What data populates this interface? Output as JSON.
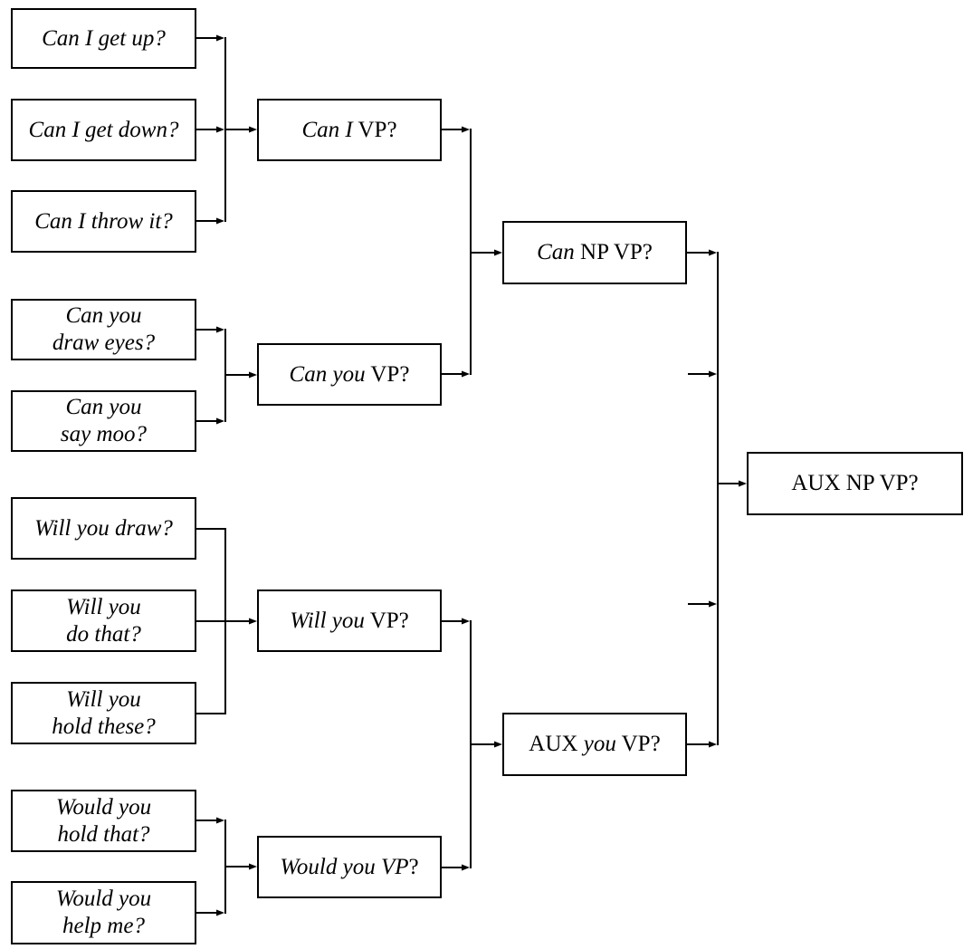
{
  "level1": [
    {
      "id": "can-i-get-up",
      "lines": [
        [
          {
            "t": "Can I get up?",
            "i": true
          }
        ]
      ]
    },
    {
      "id": "can-i-get-down",
      "lines": [
        [
          {
            "t": "Can I get down?",
            "i": true
          }
        ]
      ]
    },
    {
      "id": "can-i-throw-it",
      "lines": [
        [
          {
            "t": "Can I throw it?",
            "i": true
          }
        ]
      ]
    },
    {
      "id": "can-you-draw-eyes",
      "lines": [
        [
          {
            "t": "Can you",
            "i": true
          }
        ],
        [
          {
            "t": "draw eyes?",
            "i": true
          }
        ]
      ]
    },
    {
      "id": "can-you-say-moo",
      "lines": [
        [
          {
            "t": "Can you",
            "i": true
          }
        ],
        [
          {
            "t": "say moo?",
            "i": true
          }
        ]
      ]
    },
    {
      "id": "will-you-draw",
      "lines": [
        [
          {
            "t": "Will you draw?",
            "i": true
          }
        ]
      ]
    },
    {
      "id": "will-you-do-that",
      "lines": [
        [
          {
            "t": "Will you",
            "i": true
          }
        ],
        [
          {
            "t": "do that?",
            "i": true
          }
        ]
      ]
    },
    {
      "id": "will-you-hold-these",
      "lines": [
        [
          {
            "t": "Will you",
            "i": true
          }
        ],
        [
          {
            "t": "hold these?",
            "i": true
          }
        ]
      ]
    },
    {
      "id": "would-you-hold-that",
      "lines": [
        [
          {
            "t": "Would you",
            "i": true
          }
        ],
        [
          {
            "t": "hold that?",
            "i": true
          }
        ]
      ]
    },
    {
      "id": "would-you-help-me",
      "lines": [
        [
          {
            "t": "Would you",
            "i": true
          }
        ],
        [
          {
            "t": "help me?",
            "i": true
          }
        ]
      ]
    }
  ],
  "level2": [
    {
      "id": "can-i-vp",
      "lines": [
        [
          {
            "t": "Can I",
            "i": true
          },
          {
            "t": " VP?",
            "i": false
          }
        ]
      ]
    },
    {
      "id": "can-you-vp",
      "lines": [
        [
          {
            "t": "Can you",
            "i": true
          },
          {
            "t": " VP?",
            "i": false
          }
        ]
      ]
    },
    {
      "id": "will-you-vp",
      "lines": [
        [
          {
            "t": "Will you",
            "i": true
          },
          {
            "t": " VP?",
            "i": false
          }
        ]
      ]
    },
    {
      "id": "would-you-vp",
      "lines": [
        [
          {
            "t": "Would you VP",
            "i": true
          },
          {
            "t": "?",
            "i": false
          }
        ]
      ]
    }
  ],
  "level3": [
    {
      "id": "can-np-vp",
      "lines": [
        [
          {
            "t": "Can",
            "i": true
          },
          {
            "t": " NP VP?",
            "i": false
          }
        ]
      ]
    },
    {
      "id": "aux-you-vp",
      "lines": [
        [
          {
            "t": "AUX ",
            "i": false
          },
          {
            "t": "you",
            "i": true
          },
          {
            "t": " VP?",
            "i": false
          }
        ]
      ]
    }
  ],
  "level4": [
    {
      "id": "aux-np-vp",
      "lines": [
        [
          {
            "t": "AUX NP VP?",
            "i": false
          }
        ]
      ]
    }
  ]
}
